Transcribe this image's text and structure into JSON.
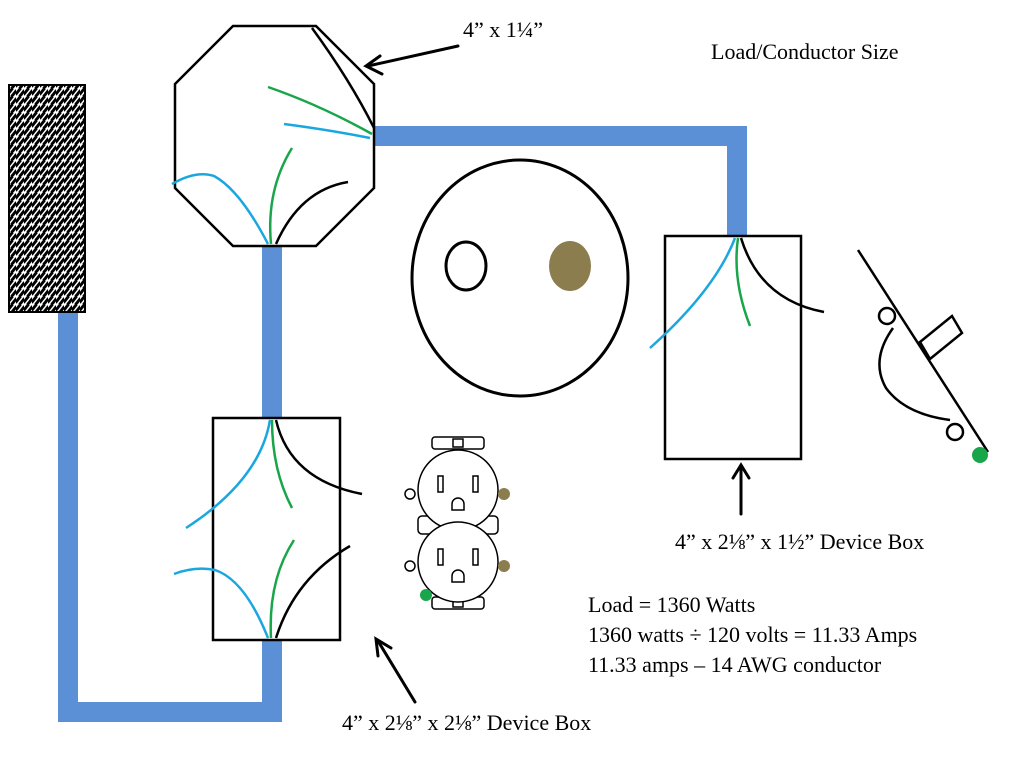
{
  "title": "Load/Conductor Size",
  "labels": {
    "octagon_box": "4” x 1¼”",
    "device_box_top": "4” x 2⅛” x 1½”  Device Box",
    "device_box_bottom": "4” x 2⅛” x 2⅛”  Device Box"
  },
  "calculation": {
    "line1": "Load = 1360 Watts",
    "line2": "1360 watts ÷ 120 volts = 11.33 Amps",
    "line3": "11.33 amps – 14 AWG conductor"
  },
  "colors": {
    "conduit": "#5b8fd6",
    "wire_hot": "#000000",
    "wire_neutral": "#1aa7e0",
    "wire_ground": "#19a64a",
    "screw_brass": "#8b7d4e",
    "ground_screw": "#19a64a",
    "outline": "#000000"
  },
  "icons": [
    "service-panel-icon",
    "ceiling-fixture-icon",
    "duplex-receptacle-icon",
    "single-pole-switch-icon"
  ]
}
